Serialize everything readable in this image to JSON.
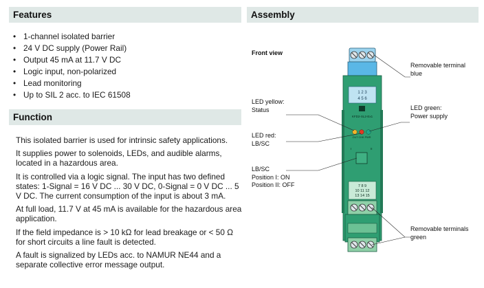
{
  "features": {
    "title": "Features",
    "items": [
      "1-channel isolated barrier",
      "24 V DC supply (Power Rail)",
      "Output 45 mA at 11.7 V DC",
      "Logic input, non-polarized",
      "Lead monitoring",
      "Up to SIL 2 acc. to IEC 61508"
    ]
  },
  "function": {
    "title": "Function",
    "paragraphs": [
      "This isolated barrier is used for intrinsic safety applications.",
      "It supplies power to solenoids, LEDs, and audible alarms, located in a hazardous area.",
      "It is controlled via a logic signal. The input has two defined states: 1-Signal = 16 V DC ... 30 V DC, 0-Signal = 0 V DC ... 5 V DC. The current consumption of the input is about 3 mA.",
      "At full load, 11.7 V at 45 mA is available for the hazardous area application.",
      "If the field impedance is > 10 kΩ for lead breakage or < 50 Ω for short circuits a line fault is detected.",
      "A fault is signalized by LEDs acc. to NAMUR NE44 and a separate collective error message output."
    ]
  },
  "assembly": {
    "title": "Assembly",
    "front_view": "Front view",
    "labels": {
      "terminal_blue_1": "Removable terminal",
      "terminal_blue_2": "blue",
      "led_yellow_1": "LED yellow:",
      "led_yellow_2": "Status",
      "led_red_1": "LED red:",
      "led_red_2": "LB/SC",
      "lbsc_1": "LB/SC",
      "lbsc_2": "Position I: ON",
      "lbsc_3": "Position II: OFF",
      "led_green_1": "LED green:",
      "led_green_2": "Power supply",
      "terminal_green_1": "Removable terminals",
      "terminal_green_2": "green"
    },
    "device": {
      "top_terminal_numbers_1": "1 2 3",
      "top_terminal_numbers_2": "4 5 6",
      "model": "KFD2-SL2-Ex1",
      "led_labels": "OUT  CHK  PWR",
      "switch_left": "I",
      "switch_right": "II",
      "bottom_terminal_numbers_1": "7  8  9",
      "bottom_terminal_numbers_2": "10 11 12",
      "bottom_terminal_numbers_3": "13 14 15"
    },
    "colors": {
      "body_green": "#2f9e72",
      "terminal_blue": "#5ab7e6",
      "led_yellow": "#f2b52a",
      "led_red": "#e03a24",
      "led_green": "#1fa88a"
    }
  }
}
